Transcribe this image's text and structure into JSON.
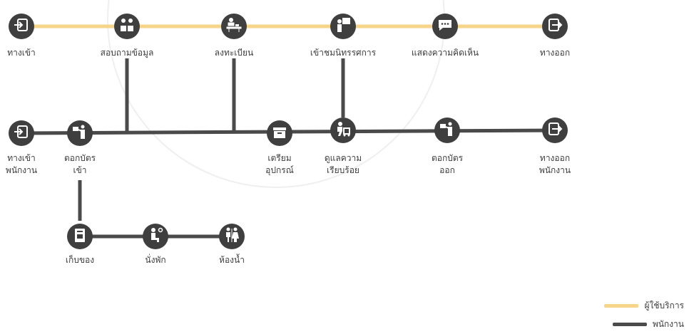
{
  "colors": {
    "user_line": "#f6d58a",
    "staff_line": "#4a4a4a",
    "node": "#3f3f3f"
  },
  "nodes": {
    "entrance": {
      "label": [
        "ทางเข้า"
      ],
      "icon": "enter-icon"
    },
    "inquiry": {
      "label": [
        "สอบถามข้อมูล"
      ],
      "icon": "people-talking-icon"
    },
    "register": {
      "label": [
        "ลงทะเบียน"
      ],
      "icon": "register-desk-icon"
    },
    "exhibition": {
      "label": [
        "เข้าชมนิทรรศการ"
      ],
      "icon": "viewer-board-icon"
    },
    "feedback": {
      "label": [
        "แสดงความคิดเห็น"
      ],
      "icon": "speech-bubble-icon"
    },
    "exit": {
      "label": [
        "ทางออก"
      ],
      "icon": "exit-icon"
    },
    "staff_entrance": {
      "label": [
        "ทางเข้า",
        "พนักงาน"
      ],
      "icon": "enter-icon"
    },
    "clock_in": {
      "label": [
        "ตอกบัตร",
        "เข้า"
      ],
      "icon": "time-clock-icon"
    },
    "prepare": {
      "label": [
        "เตรียม",
        "อุปกรณ์"
      ],
      "icon": "equipment-box-icon"
    },
    "tidy": {
      "label": [
        "ดูแลความ",
        "เรียบร้อย"
      ],
      "icon": "cart-cleaning-icon"
    },
    "clock_out": {
      "label": [
        "ตอกบัตร",
        "ออก"
      ],
      "icon": "time-clock-icon"
    },
    "staff_exit": {
      "label": [
        "ทางออก",
        "พนักงาน"
      ],
      "icon": "exit-icon"
    },
    "storage": {
      "label": [
        "เก็บของ"
      ],
      "icon": "locker-icon"
    },
    "rest": {
      "label": [
        "นั่งพัก"
      ],
      "icon": "seated-person-icon"
    },
    "restroom": {
      "label": [
        "ห้องน้ำ"
      ],
      "icon": "restroom-icon"
    }
  },
  "legend": [
    {
      "label": "ผู้ใช้บริการ",
      "color": "#f6d58a"
    },
    {
      "label": "พนักงาน",
      "color": "#4a4a4a"
    }
  ]
}
